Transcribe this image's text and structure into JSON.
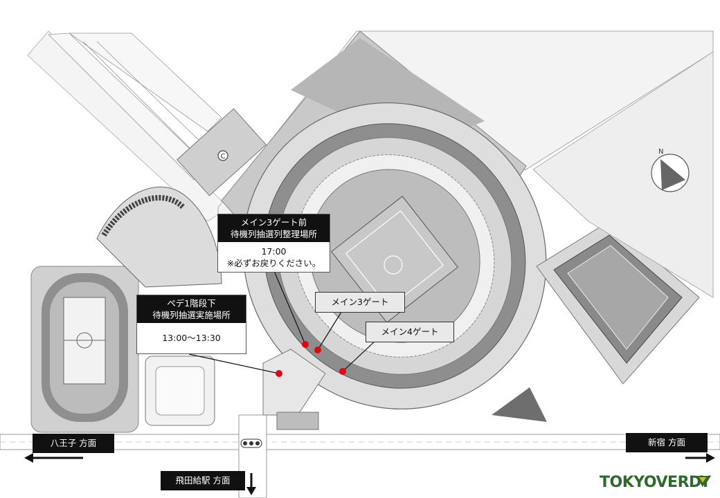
{
  "callouts": {
    "waiting_area": {
      "header_line1": "メイン3ゲート前",
      "header_line2": "待機列抽選列整理場所",
      "time": "17:00",
      "note": "※必ずお戻りください。"
    },
    "lottery_area": {
      "header_line1": "ペデ1階段下",
      "header_line2": "待機列抽選実施場所",
      "time": "13:00～13:30"
    }
  },
  "gates": {
    "main3": "メイン3ゲート",
    "main4": "メイン4ゲート"
  },
  "directions": {
    "hachioji": "八王子 方面",
    "shinjuku": "新宿 方面",
    "tobitakyu": "飛田給駅 方面"
  },
  "compass": {
    "north": "N"
  },
  "field_marker": "C",
  "brand": "TOKYOVERDY",
  "colors": {
    "marker": "#e30613",
    "brand": "#2f6a2c"
  }
}
